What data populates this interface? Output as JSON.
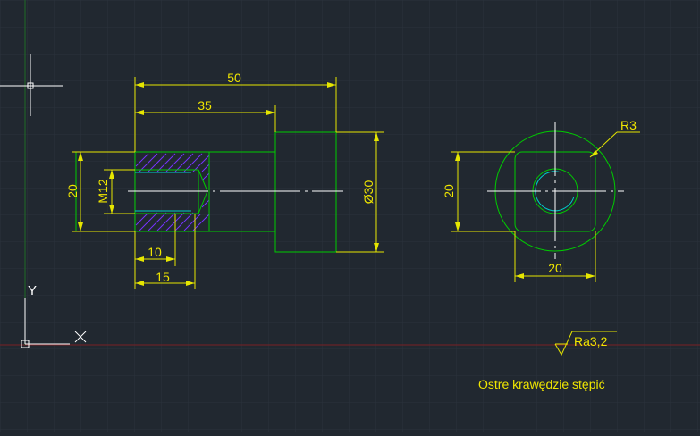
{
  "colors": {
    "background": "#212830",
    "grid": "#2b333d",
    "object": "#00cc00",
    "dimension": "#e6e600",
    "hatch": "#7733ff",
    "center": "#ffffff",
    "thread": "#00cccc",
    "x_axis": "#7a1f24",
    "y_axis": "#1f6b26"
  },
  "side_view": {
    "dims": {
      "overall_length": "50",
      "body_length": "35",
      "height_left": "20",
      "thread": "M12",
      "diameter": "Ø30",
      "thread_depth": "10",
      "bore_depth": "15"
    }
  },
  "front_view": {
    "dims": {
      "radius": "R3",
      "height": "20",
      "width": "20"
    }
  },
  "notes": {
    "roughness": "Ra3,2",
    "remark": "Ostre krawędzie stępić"
  },
  "ucs": {
    "y_label": "Y"
  },
  "icons": {
    "crosshair": "crosshair-icon",
    "ucs": "ucs-icon",
    "roughness": "surface-roughness-icon"
  }
}
